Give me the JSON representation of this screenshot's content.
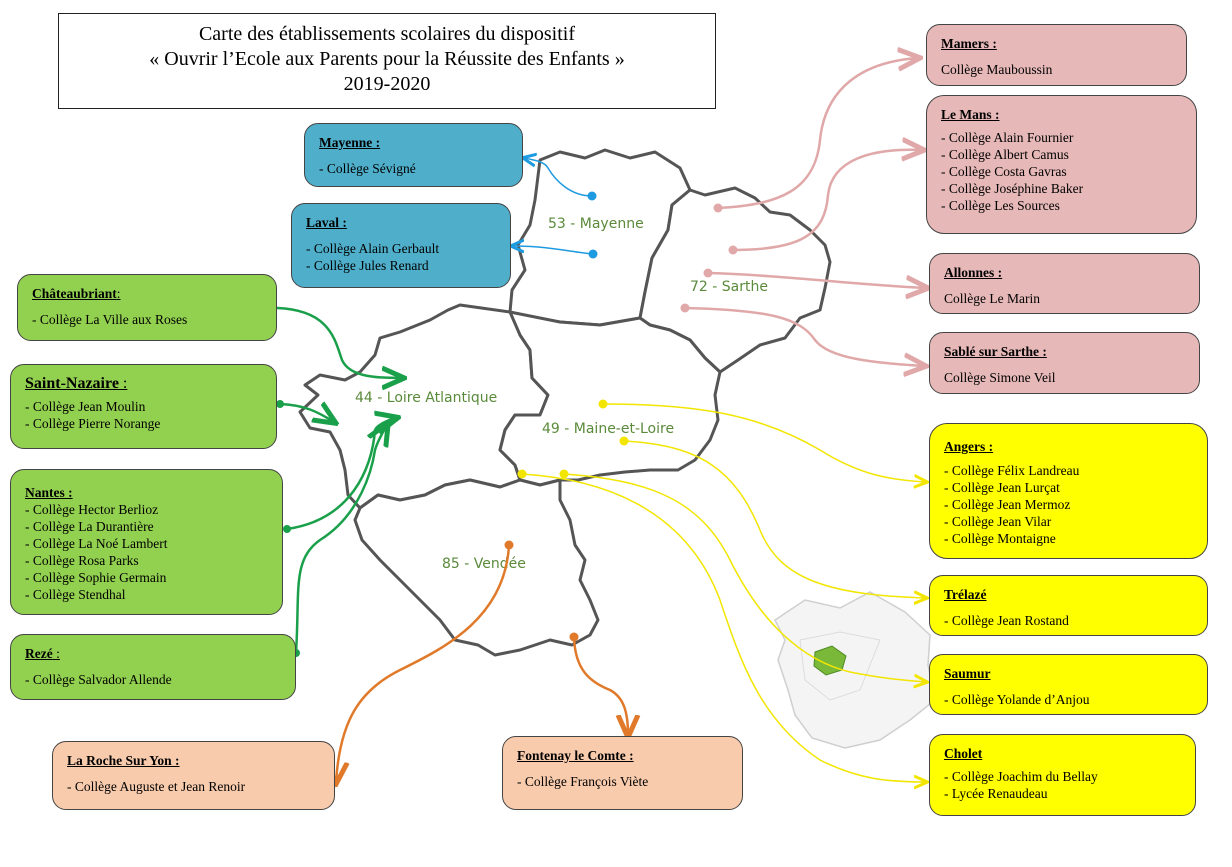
{
  "title": {
    "line1": "Carte des établissements scolaires du dispositif",
    "line2": "« Ouvrir l’Ecole aux Parents pour la Réussite des Enfants »",
    "line3": "2019-2020"
  },
  "departments": {
    "mayenne": "53 - Mayenne",
    "sarthe": "72 - Sarthe",
    "loire_atlantique": "44 - Loire Atlantique",
    "maine_et_loire": "49 - Maine-et-Loire",
    "vendee": "85 - Vendée"
  },
  "colors": {
    "mayenne": "#4fafcb",
    "loire_atlantique": "#92d050",
    "sarthe": "#e6b8b8",
    "maine_et_loire": "#ffff00",
    "vendee": "#f8cbad",
    "green_arrow": "#1aa04a",
    "blue_arrow": "#1e9be0",
    "pink_arrow": "#e0a8a8",
    "yellow_arrow": "#f2e600",
    "orange_arrow": "#e07a2a"
  },
  "cards": {
    "mayenne": {
      "city": "Mayenne :",
      "items": [
        "- Collège Sévigné"
      ]
    },
    "laval": {
      "city": "Laval :",
      "items": [
        "- Collège Alain Gerbault",
        "- Collège Jules Renard"
      ]
    },
    "chateaubriant": {
      "city": "Châteaubriant",
      "suffix": ":",
      "items": [
        "- Collège La Ville aux Roses"
      ]
    },
    "saint_nazaire": {
      "city": "Saint-Nazaire",
      "suffix": " :",
      "items": [
        "- Collège Jean Moulin",
        "- Collège Pierre Norange"
      ]
    },
    "nantes": {
      "city": "Nantes :",
      "items": [
        "- Collège Hector Berlioz",
        "- Collège La Durantière",
        "- Collège La Noé Lambert",
        "- Collège Rosa Parks",
        "- Collège Sophie Germain",
        "- Collège Stendhal"
      ]
    },
    "reze": {
      "city": "Rezé",
      "suffix": " :",
      "items": [
        "- Collège Salvador Allende"
      ]
    },
    "la_roche": {
      "city": "La Roche Sur Yon :",
      "items": [
        "- Collège Auguste et Jean Renoir"
      ]
    },
    "fontenay": {
      "city": "Fontenay le Comte :",
      "items": [
        "- Collège François Viète"
      ]
    },
    "mamers": {
      "city": "Mamers :",
      "items": [
        "Collège Mauboussin"
      ]
    },
    "le_mans": {
      "city": "Le Mans :",
      "items": [
        "- Collège Alain Fournier",
        "- Collège Albert Camus",
        "- Collège Costa Gavras",
        "- Collège Joséphine Baker",
        "- Collège Les Sources"
      ]
    },
    "allonnes": {
      "city": "Allonnes :",
      "items": [
        "Collège Le Marin"
      ]
    },
    "sable": {
      "city": "Sablé sur Sarthe :",
      "items": [
        "Collège Simone Veil"
      ]
    },
    "angers": {
      "city": "Angers :",
      "items": [
        "- Collège Félix Landreau",
        "- Collège Jean Lurçat",
        "- Collège Jean Mermoz",
        "- Collège Jean Vilar",
        "- Collège Montaigne"
      ]
    },
    "trelaze": {
      "city": "Trélazé",
      "items": [
        "- Collège Jean Rostand"
      ]
    },
    "saumur": {
      "city": "Saumur",
      "items": [
        "- Collège Yolande d’Anjou"
      ]
    },
    "cholet": {
      "city": "Cholet",
      "items": [
        "- Collège Joachim du Bellay",
        "- Lycée Renaudeau"
      ]
    }
  }
}
